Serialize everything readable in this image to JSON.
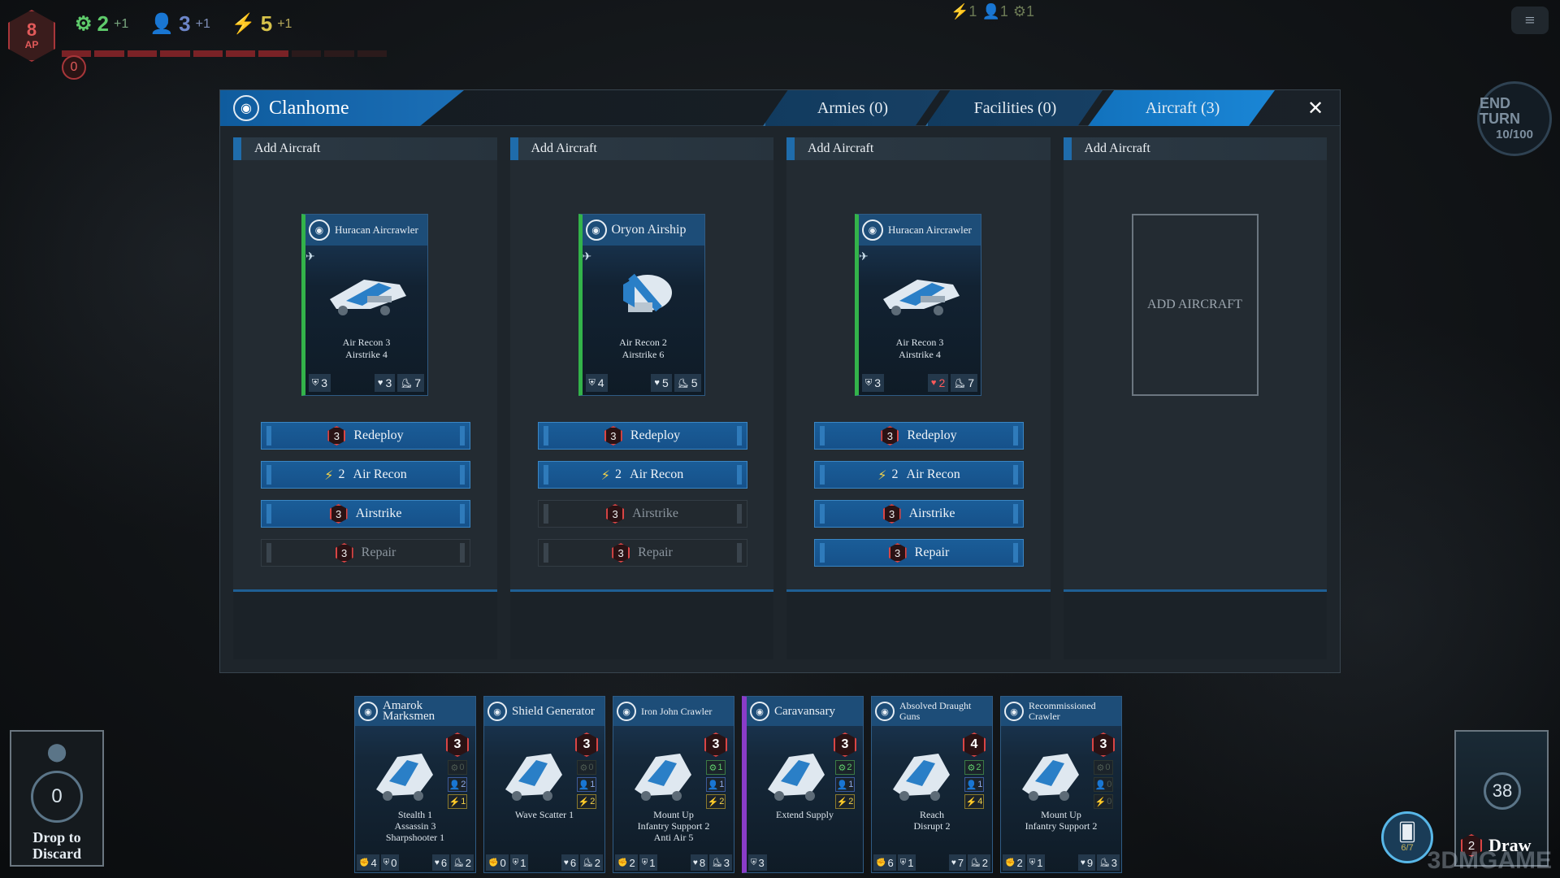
{
  "hud": {
    "ap": {
      "value": "8",
      "label": "AP"
    },
    "resources": [
      {
        "name": "industry",
        "value": "2",
        "plus": "+1",
        "icon": "gear-icon"
      },
      {
        "name": "population",
        "value": "3",
        "plus": "+1",
        "icon": "person-icon"
      },
      {
        "name": "energy",
        "value": "5",
        "plus": "+1",
        "icon": "bolt-icon"
      }
    ],
    "threat_count": "0",
    "top_center": [
      "⚡1",
      "👤1",
      "⚙1"
    ],
    "end_turn": {
      "label": "END TURN",
      "count": "10/100"
    }
  },
  "panel": {
    "title": "Clanhome",
    "tabs": [
      {
        "label": "Armies (0)",
        "active": false
      },
      {
        "label": "Facilities (0)",
        "active": false
      },
      {
        "label": "Aircraft (3)",
        "active": true
      }
    ],
    "close_label": "✕",
    "slots": [
      {
        "header": "Add Aircraft",
        "card": {
          "name": "Huracan Aircrawler",
          "stats": [
            "Air Recon 3",
            "Airstrike 4"
          ],
          "armor": "3",
          "hp": "3",
          "hp_red": false,
          "move": "7"
        },
        "actions": [
          {
            "cost": "3",
            "label": "Redeploy",
            "kind": "hex",
            "enabled": true
          },
          {
            "cost": "2",
            "label": "Air Recon",
            "kind": "bolt",
            "enabled": true
          },
          {
            "cost": "3",
            "label": "Airstrike",
            "kind": "hex",
            "enabled": true
          },
          {
            "cost": "3",
            "label": "Repair",
            "kind": "hex",
            "enabled": false
          }
        ]
      },
      {
        "header": "Add Aircraft",
        "card": {
          "name": "Oryon Airship",
          "stats": [
            "Air Recon 2",
            "Airstrike 6"
          ],
          "armor": "4",
          "hp": "5",
          "hp_red": false,
          "move": "5"
        },
        "actions": [
          {
            "cost": "3",
            "label": "Redeploy",
            "kind": "hex",
            "enabled": true
          },
          {
            "cost": "2",
            "label": "Air Recon",
            "kind": "bolt",
            "enabled": true
          },
          {
            "cost": "3",
            "label": "Airstrike",
            "kind": "hex",
            "enabled": false
          },
          {
            "cost": "3",
            "label": "Repair",
            "kind": "hex",
            "enabled": false
          }
        ]
      },
      {
        "header": "Add Aircraft",
        "card": {
          "name": "Huracan Aircrawler",
          "stats": [
            "Air Recon 3",
            "Airstrike 4"
          ],
          "armor": "3",
          "hp": "2",
          "hp_red": true,
          "move": "7"
        },
        "actions": [
          {
            "cost": "3",
            "label": "Redeploy",
            "kind": "hex",
            "enabled": true
          },
          {
            "cost": "2",
            "label": "Air Recon",
            "kind": "bolt",
            "enabled": true
          },
          {
            "cost": "3",
            "label": "Airstrike",
            "kind": "hex",
            "enabled": true
          },
          {
            "cost": "3",
            "label": "Repair",
            "kind": "hex",
            "enabled": true
          }
        ]
      },
      {
        "header": "Add Aircraft",
        "empty_label": "ADD AIRCRAFT"
      }
    ]
  },
  "hand": [
    {
      "name": "Amarok Marksmen",
      "cost": "3",
      "res": [
        "0",
        "2",
        "1"
      ],
      "res_dim": [
        true,
        false,
        false
      ],
      "stats": [
        "Stealth 1",
        "Assassin 3",
        "Sharpshooter 1"
      ],
      "chips": [
        "4",
        "0",
        "6",
        "2"
      ],
      "purple": false
    },
    {
      "name": "Shield Generator",
      "cost": "3",
      "res": [
        "0",
        "1",
        "2"
      ],
      "res_dim": [
        true,
        false,
        false
      ],
      "stats": [
        "Wave Scatter 1"
      ],
      "chips": [
        "0",
        "1",
        "6",
        "2"
      ],
      "purple": false
    },
    {
      "name": "Iron John Crawler",
      "cost": "3",
      "res": [
        "1",
        "1",
        "2"
      ],
      "res_dim": [
        false,
        false,
        false
      ],
      "stats": [
        "Mount Up",
        "Infantry Support 2",
        "Anti Air 5"
      ],
      "chips": [
        "2",
        "1",
        "8",
        "3"
      ],
      "purple": false
    },
    {
      "name": "Caravansary",
      "cost": "3",
      "res": [
        "2",
        "1",
        "2"
      ],
      "res_dim": [
        false,
        false,
        false
      ],
      "stats": [
        "Extend Supply"
      ],
      "chips": [
        "3"
      ],
      "purple": true
    },
    {
      "name": "Absolved Draught Guns",
      "cost": "4",
      "res": [
        "2",
        "1",
        "4"
      ],
      "res_dim": [
        false,
        false,
        false
      ],
      "stats": [
        "Reach",
        "Disrupt 2"
      ],
      "chips": [
        "6",
        "1",
        "7",
        "2"
      ],
      "purple": false
    },
    {
      "name": "Recommissioned Crawler",
      "cost": "3",
      "res": [
        "0",
        "0",
        "0"
      ],
      "res_dim": [
        true,
        true,
        true
      ],
      "stats": [
        "Mount Up",
        "Infantry Support 2"
      ],
      "chips": [
        "2",
        "1",
        "9",
        "3"
      ],
      "purple": false
    }
  ],
  "discard": {
    "count": "0",
    "label_line1": "Drop to",
    "label_line2": "Discard"
  },
  "draw": {
    "count": "38",
    "cost": "2",
    "label": "Draw"
  },
  "deck_badge": {
    "count": "6/7"
  },
  "watermark": "3DMGAME",
  "colors": {
    "accent": "#1a86d6",
    "cost_red": "#d94545",
    "green": "#33b34a",
    "purple": "#8a3cc8"
  }
}
